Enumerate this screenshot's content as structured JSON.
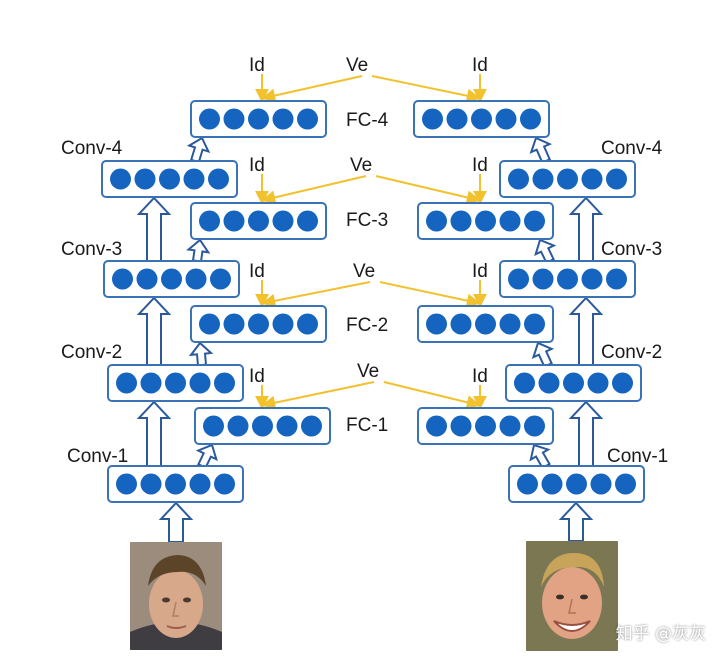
{
  "colors": {
    "unit_fill": "#1565c0",
    "box_stroke": "#3a73b5",
    "arrow_stroke": "#2b5a9a",
    "cross_arrow": "#f2c12e",
    "label": "#1a1a1a"
  },
  "layers": {
    "left": {
      "conv1": "Conv-1",
      "conv2": "Conv-2",
      "conv3": "Conv-3",
      "conv4": "Conv-4",
      "fc1": "FC-1",
      "fc2": "FC-2",
      "fc3": "FC-3",
      "fc4": "FC-4"
    },
    "right": {
      "conv1": "Conv-1",
      "conv2": "Conv-2",
      "conv3": "Conv-3",
      "conv4": "Conv-4"
    },
    "units_per_layer": 5
  },
  "signals": {
    "id": "Id",
    "ve": "Ve"
  },
  "inputs": {
    "left_face_icon": "face-photo-left",
    "right_face_icon": "face-photo-right"
  },
  "watermark": "知乎 @灰灰"
}
